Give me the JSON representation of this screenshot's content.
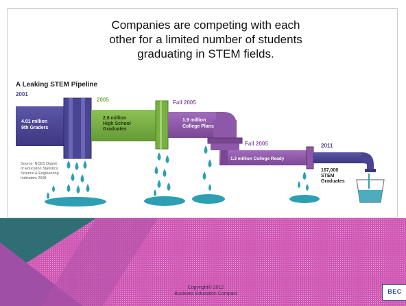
{
  "headline": {
    "line1": "Companies are competing with each",
    "line2": "other for a limited number of students",
    "line3": "graduating in STEM fields."
  },
  "pipeline": {
    "title": "A Leaking STEM Pipeline",
    "stages": [
      {
        "year": "2001",
        "value_label": "4.01 million",
        "desc": "9th Graders",
        "color": "#4a4592"
      },
      {
        "year": "2005",
        "value_label": "2.8 million",
        "desc": "High School Graduates",
        "color": "#79b043"
      },
      {
        "year": "Fall 2005",
        "value_label": "1.9 million",
        "desc": "College Plans",
        "color": "#8d58a8"
      },
      {
        "year": "Fall 2005",
        "value_label": "1.3 million College Ready",
        "desc": "",
        "color": "#8d58a8"
      },
      {
        "year": "2011",
        "value_label": "167,000",
        "desc": "STEM Graduates",
        "color": "#4a4592"
      }
    ],
    "source": {
      "line1": "Source: NCES Digest",
      "line2": "of Education Statistics;",
      "line3": "Science & Engineering",
      "line4": "Indicators 2008"
    }
  },
  "footer": {
    "copyright_line1": "Copyright© 2012",
    "copyright_line2": "Business Education Compact",
    "logo_text": "BEC"
  },
  "colors": {
    "purple_dark": "#4a4592",
    "green": "#79b043",
    "purple_light": "#8d58a8",
    "water": "#2e9fb3",
    "footer_teal": "#2f6f73",
    "footer_magenta": "#c84aa8"
  }
}
